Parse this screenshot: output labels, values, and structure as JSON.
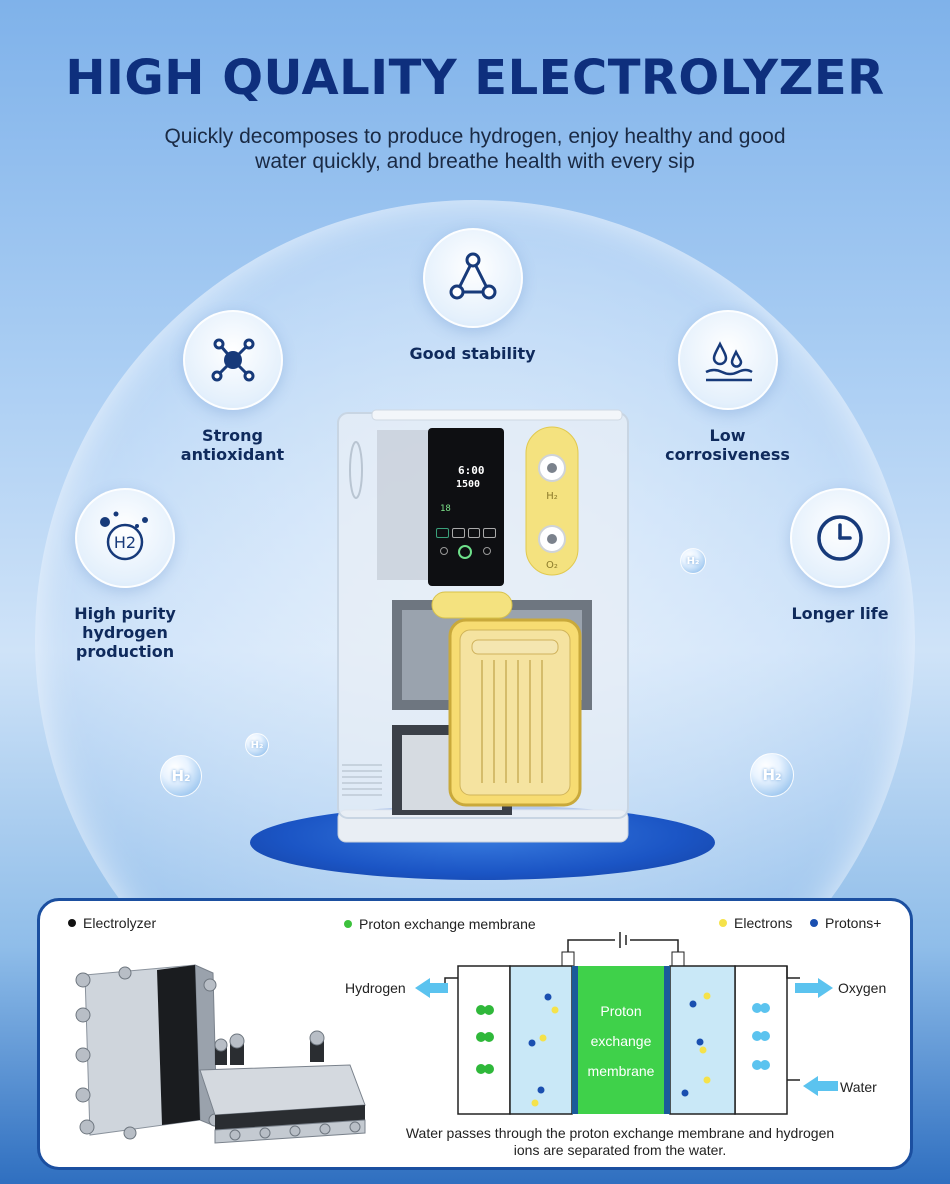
{
  "header": {
    "title": "HIGH QUALITY ELECTROLYZER",
    "subtitle": "Quickly decomposes to produce hydrogen, enjoy healthy and good water quickly, and breathe health with every sip"
  },
  "features": [
    {
      "label": "Good stability",
      "icon": "triangle-network-icon"
    },
    {
      "label": "Strong antioxidant",
      "icon": "molecule-icon"
    },
    {
      "label": "Low corrosiveness",
      "icon": "water-drops-icon"
    },
    {
      "label": "High purity hydrogen production",
      "icon": "h2-icon",
      "badge": "H2"
    },
    {
      "label": "Longer life",
      "icon": "clock-icon"
    }
  ],
  "device": {
    "display_time": "6:00",
    "display_flow": "1500",
    "display_small": "18",
    "port_top": "H₂",
    "port_bottom": "O₂"
  },
  "bubbles": [
    "H₂",
    "H₂",
    "H₂",
    "H₂"
  ],
  "diagram": {
    "legend": {
      "electrolyzer": "Electrolyzer",
      "pem": "Proton exchange membrane",
      "electrons": "Electrons",
      "protons": "Protons+"
    },
    "labels": {
      "hydrogen": "Hydrogen",
      "oxygen": "Oxygen",
      "water": "Water",
      "membrane_line1": "Proton",
      "membrane_line2": "exchange",
      "membrane_line3": "membrane"
    },
    "caption": "Water passes through the proton exchange membrane and hydrogen ions are separated from the water.",
    "colors": {
      "membrane": "#3fd14a",
      "cell": "#c9e8f7",
      "electron": "#f5e24a",
      "proton": "#1a4fb0",
      "arrow": "#5bc3ef",
      "legend_black": "#111111",
      "legend_green": "#3cc13c"
    }
  }
}
